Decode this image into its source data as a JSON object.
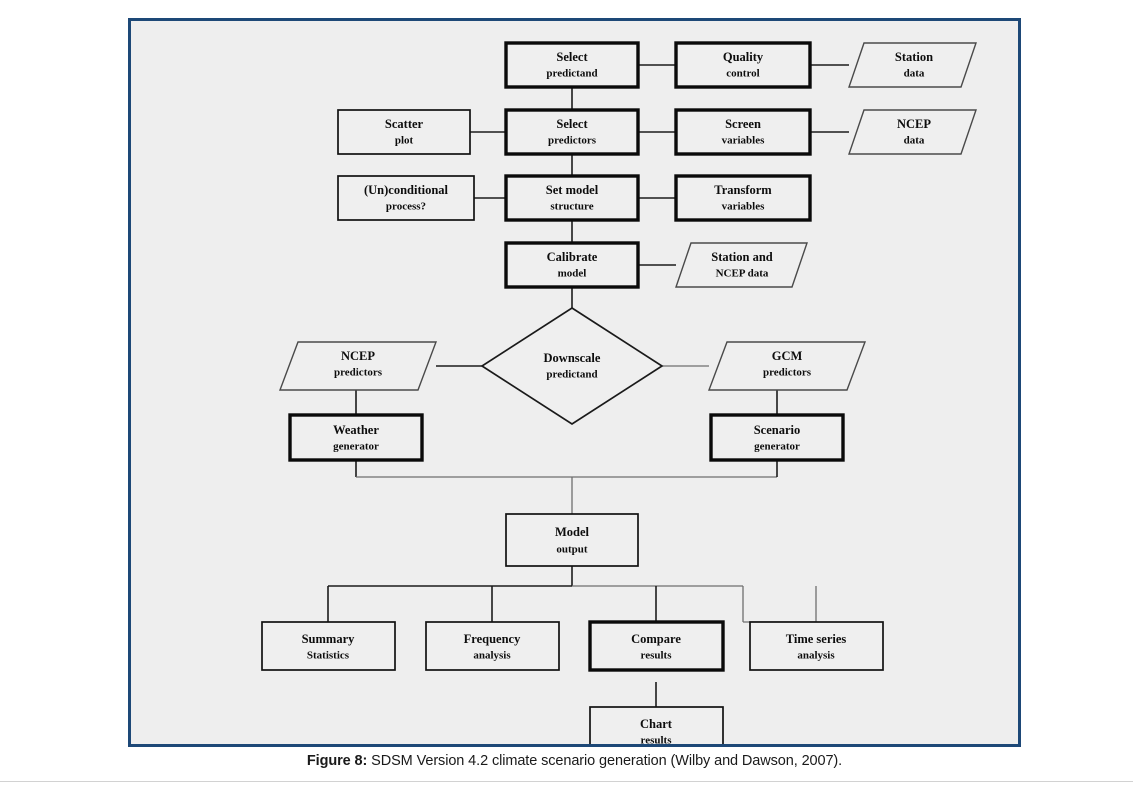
{
  "figure": {
    "caption_label": "Figure 8:",
    "caption_text": " SDSM Version 4.2 climate scenario generation (Wilby and Dawson, 2007).",
    "frame_color": "#1d4877",
    "canvas_color": "#eeeeee"
  },
  "chart_data": {
    "type": "diagram",
    "title": "SDSM Version 4.2 climate scenario generation",
    "subtype": "flowchart",
    "legend": "",
    "shape_kinds": {
      "box_thin": "process step (normal outline)",
      "box_thick": "primary SDSM screen (bold outline)",
      "parallelogram": "data input/output",
      "diamond": "decision / downscaling step"
    },
    "nodes": [
      {
        "id": "select-predictand",
        "shape": "box-thick",
        "line1": "Select",
        "line2": "predictand"
      },
      {
        "id": "quality-control",
        "shape": "box-thick",
        "line1": "Quality",
        "line2": "control"
      },
      {
        "id": "station-data",
        "shape": "parallelogram",
        "line1": "Station",
        "line2": "data"
      },
      {
        "id": "scatter-plot",
        "shape": "box-thin",
        "line1": "Scatter",
        "line2": "plot"
      },
      {
        "id": "select-predictors",
        "shape": "box-thick",
        "line1": "Select",
        "line2": "predictors"
      },
      {
        "id": "screen-variables",
        "shape": "box-thick",
        "line1": "Screen",
        "line2": "variables"
      },
      {
        "id": "ncep-data",
        "shape": "parallelogram",
        "line1": "NCEP",
        "line2": "data"
      },
      {
        "id": "unconditional-process",
        "shape": "box-thin",
        "line1": "(Un)conditional",
        "line2": "process?"
      },
      {
        "id": "set-model-structure",
        "shape": "box-thick",
        "line1": "Set model",
        "line2": "structure"
      },
      {
        "id": "transform-variables",
        "shape": "box-thick",
        "line1": "Transform",
        "line2": "variables"
      },
      {
        "id": "calibrate-model",
        "shape": "box-thick",
        "line1": "Calibrate",
        "line2": "model"
      },
      {
        "id": "station-and-ncep-data",
        "shape": "parallelogram",
        "line1": "Station and",
        "line2": "NCEP data"
      },
      {
        "id": "downscale-predictand",
        "shape": "diamond",
        "line1": "Downscale",
        "line2": "predictand"
      },
      {
        "id": "ncep-predictors",
        "shape": "parallelogram",
        "line1": "NCEP",
        "line2": "predictors"
      },
      {
        "id": "gcm-predictors",
        "shape": "parallelogram",
        "line1": "GCM",
        "line2": "predictors"
      },
      {
        "id": "weather-generator",
        "shape": "box-thick",
        "line1": "Weather",
        "line2": "generator"
      },
      {
        "id": "scenario-generator",
        "shape": "box-thick",
        "line1": "Scenario",
        "line2": "generator"
      },
      {
        "id": "model-output",
        "shape": "box-thin",
        "line1": "Model",
        "line2": "output"
      },
      {
        "id": "summary-statistics",
        "shape": "box-thin",
        "line1": "Summary",
        "line2": "Statistics"
      },
      {
        "id": "frequency-analysis",
        "shape": "box-thin",
        "line1": "Frequency",
        "line2": "analysis"
      },
      {
        "id": "compare-results",
        "shape": "box-thick",
        "line1": "Compare",
        "line2": "results"
      },
      {
        "id": "time-series-analysis",
        "shape": "box-thin",
        "line1": "Time series",
        "line2": "analysis"
      },
      {
        "id": "chart-results",
        "shape": "box-thin",
        "line1": "Chart",
        "line2": "results"
      }
    ],
    "edges": [
      {
        "from": "select-predictand",
        "to": "quality-control"
      },
      {
        "from": "quality-control",
        "to": "station-data"
      },
      {
        "from": "select-predictand",
        "to": "select-predictors"
      },
      {
        "from": "scatter-plot",
        "to": "select-predictors"
      },
      {
        "from": "select-predictors",
        "to": "screen-variables"
      },
      {
        "from": "screen-variables",
        "to": "ncep-data"
      },
      {
        "from": "select-predictors",
        "to": "set-model-structure"
      },
      {
        "from": "unconditional-process",
        "to": "set-model-structure"
      },
      {
        "from": "set-model-structure",
        "to": "transform-variables"
      },
      {
        "from": "set-model-structure",
        "to": "calibrate-model"
      },
      {
        "from": "calibrate-model",
        "to": "station-and-ncep-data"
      },
      {
        "from": "calibrate-model",
        "to": "downscale-predictand"
      },
      {
        "from": "downscale-predictand",
        "to": "ncep-predictors"
      },
      {
        "from": "downscale-predictand",
        "to": "gcm-predictors"
      },
      {
        "from": "ncep-predictors",
        "to": "weather-generator"
      },
      {
        "from": "gcm-predictors",
        "to": "scenario-generator"
      },
      {
        "from": "weather-generator",
        "to": "model-output"
      },
      {
        "from": "scenario-generator",
        "to": "model-output"
      },
      {
        "from": "model-output",
        "to": "summary-statistics"
      },
      {
        "from": "model-output",
        "to": "frequency-analysis"
      },
      {
        "from": "model-output",
        "to": "compare-results"
      },
      {
        "from": "model-output",
        "to": "time-series-analysis"
      },
      {
        "from": "compare-results",
        "to": "chart-results"
      }
    ]
  }
}
